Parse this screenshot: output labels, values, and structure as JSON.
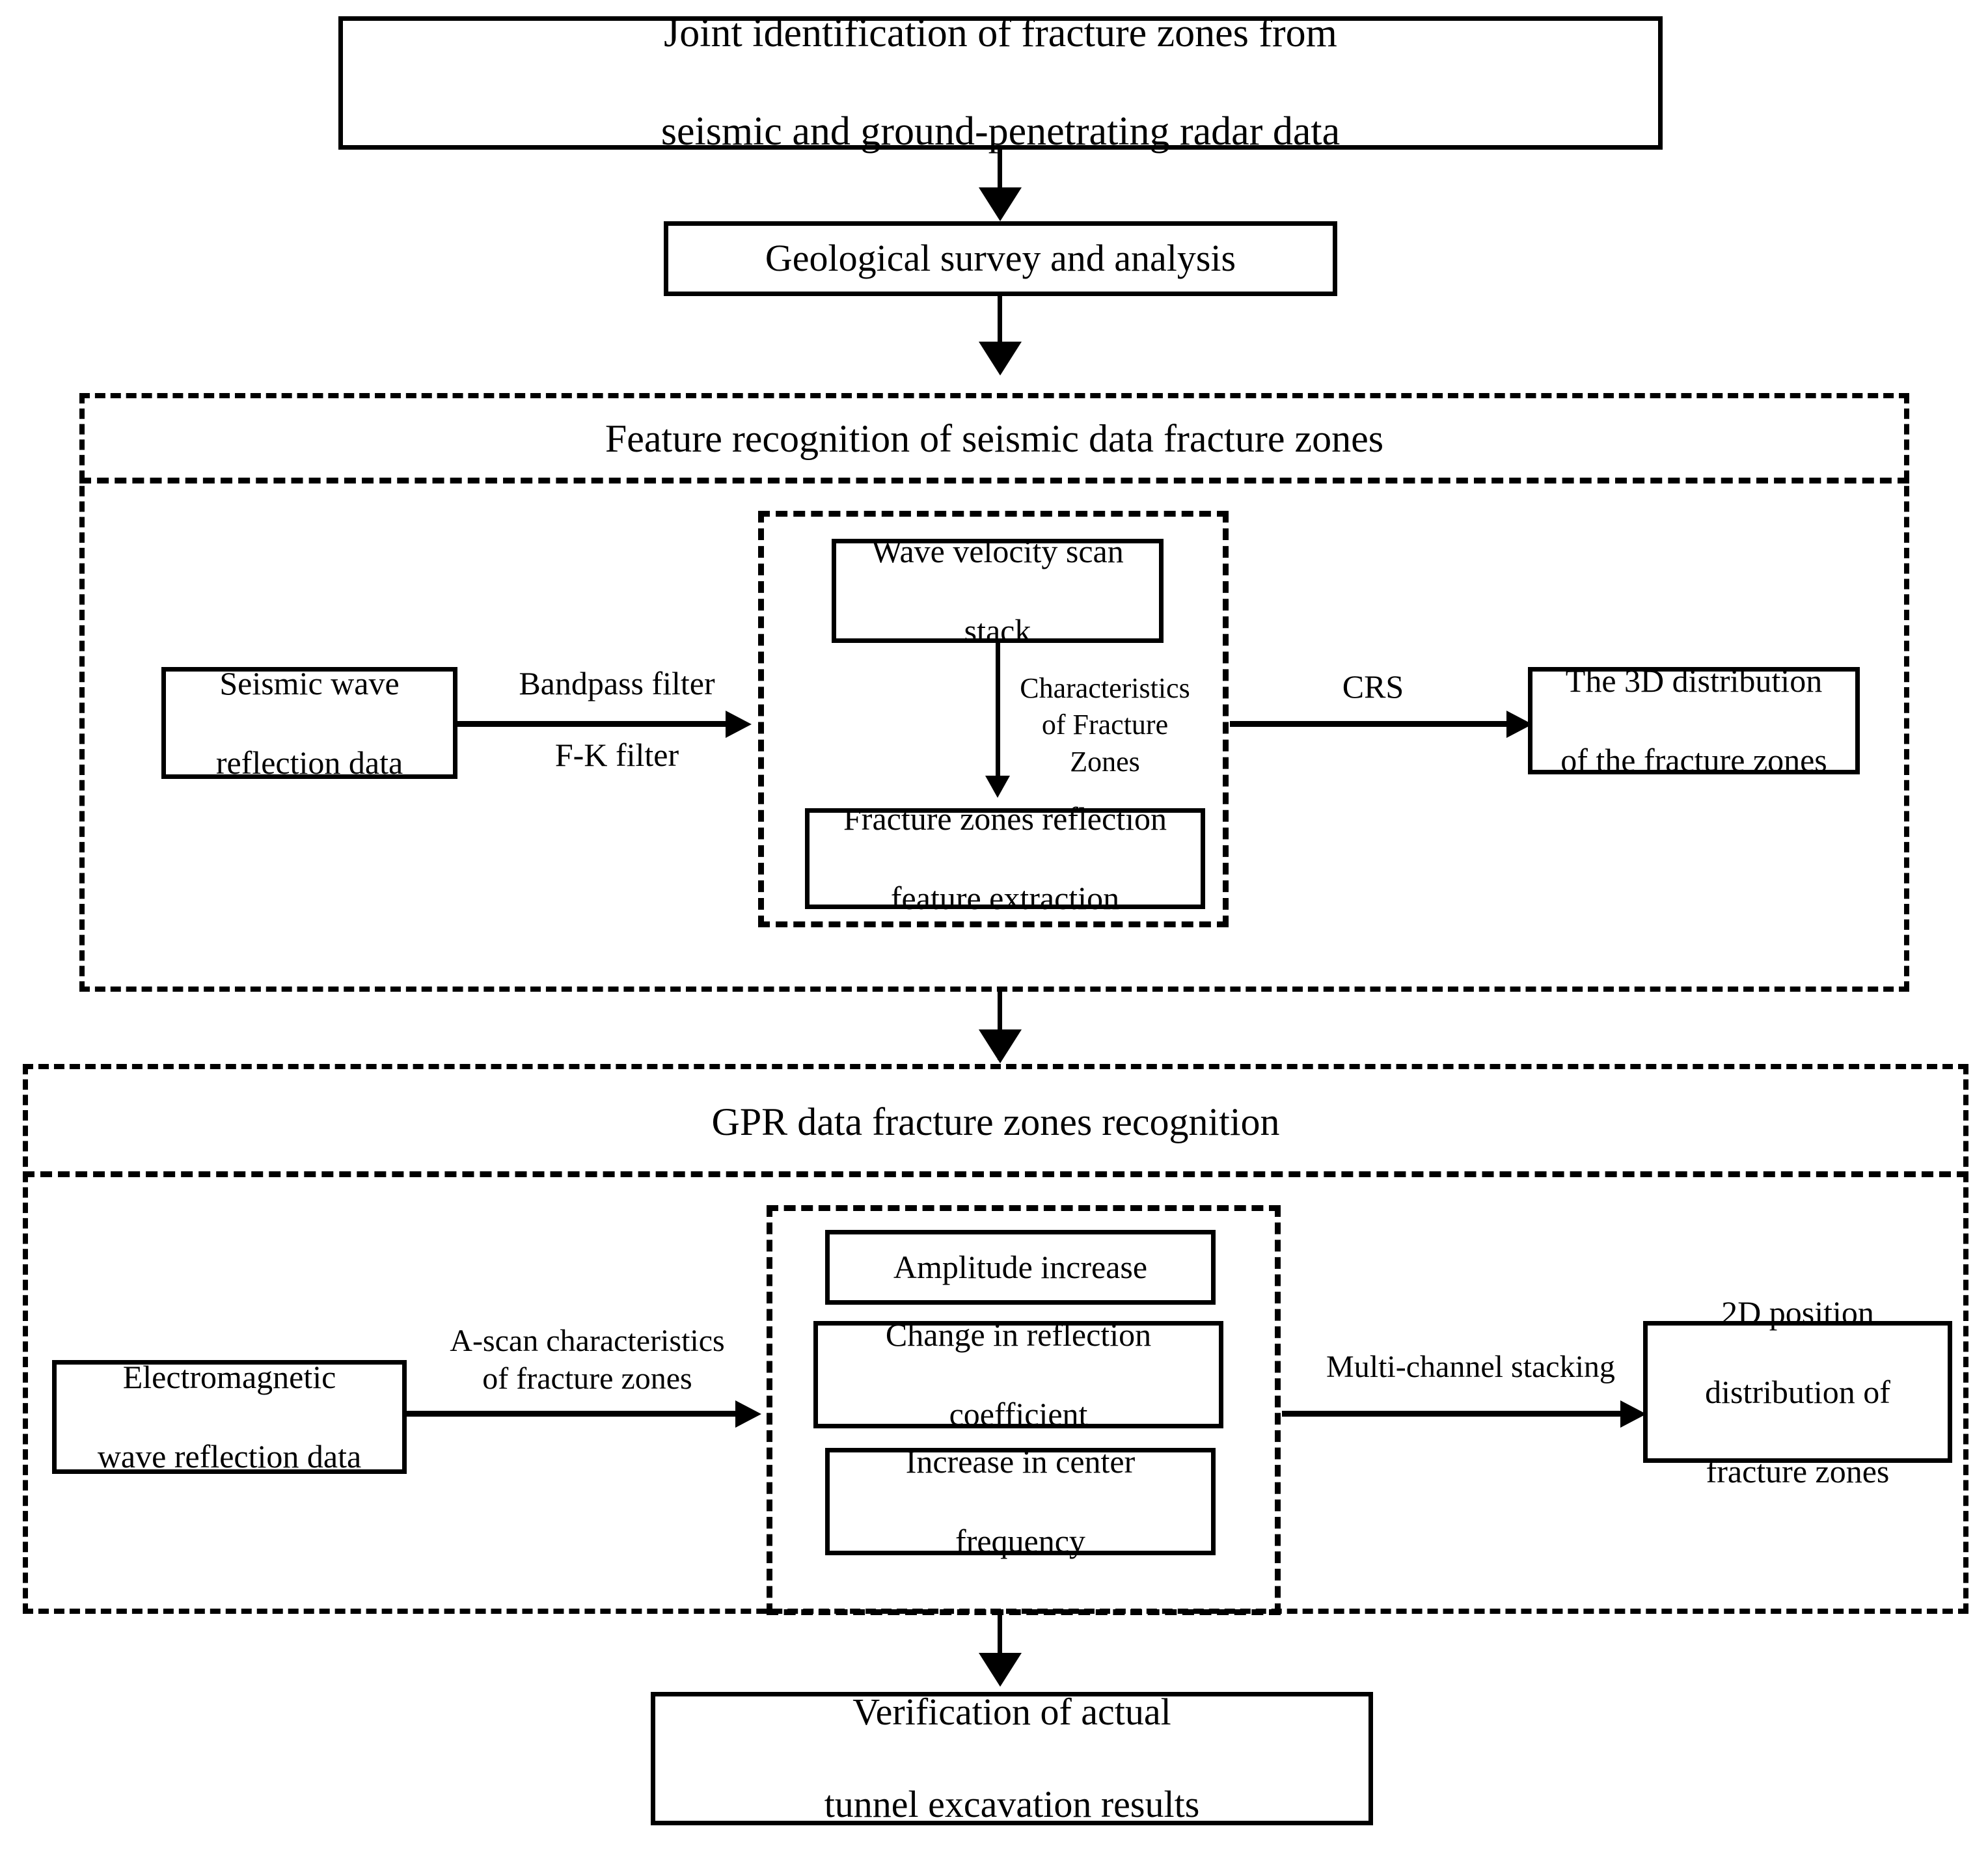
{
  "diagram": {
    "title_box": {
      "line1": "Joint identification of fracture zones from",
      "line2": "seismic and ground-penetrating radar data"
    },
    "geological_box": {
      "label": "Geological survey and analysis"
    },
    "seismic_group": {
      "title": "Feature recognition of seismic data fracture zones",
      "input_box": {
        "line1": "Seismic wave",
        "line2": "reflection data"
      },
      "edge_in": {
        "line1": "Bandpass filter",
        "line2": "F-K filter"
      },
      "inner": {
        "top_box": {
          "line1": "Wave velocity scan",
          "line2": "stack"
        },
        "inner_edge": {
          "line1": "Characteristics",
          "line2": "of Fracture",
          "line3": "Zones"
        },
        "bottom_box": {
          "line1": "Fracture zones reflection",
          "line2": "feature extraction"
        }
      },
      "edge_out": {
        "line1": "CRS"
      },
      "output_box": {
        "line1": "The 3D distribution",
        "line2": "of the fracture zones"
      }
    },
    "gpr_group": {
      "title": "GPR data fracture zones recognition",
      "input_box": {
        "line1": "Electromagnetic",
        "line2": "wave reflection data"
      },
      "edge_in": {
        "line1": "A-scan characteristics",
        "line2": "of fracture zones"
      },
      "inner": {
        "box1": {
          "line1": "Amplitude increase"
        },
        "box2": {
          "line1": "Change in reflection",
          "line2": "coefficient"
        },
        "box3": {
          "line1": "Increase in center",
          "line2": "frequency"
        }
      },
      "edge_out": {
        "line1": "Multi-channel stacking"
      },
      "output_box": {
        "line1": "2D position",
        "line2": "distribution of",
        "line3": "fracture zones"
      }
    },
    "verification_box": {
      "line1": "Verification of actual",
      "line2": "tunnel excavation results"
    },
    "colors": {
      "stroke": "#000000",
      "background": "#ffffff"
    }
  }
}
